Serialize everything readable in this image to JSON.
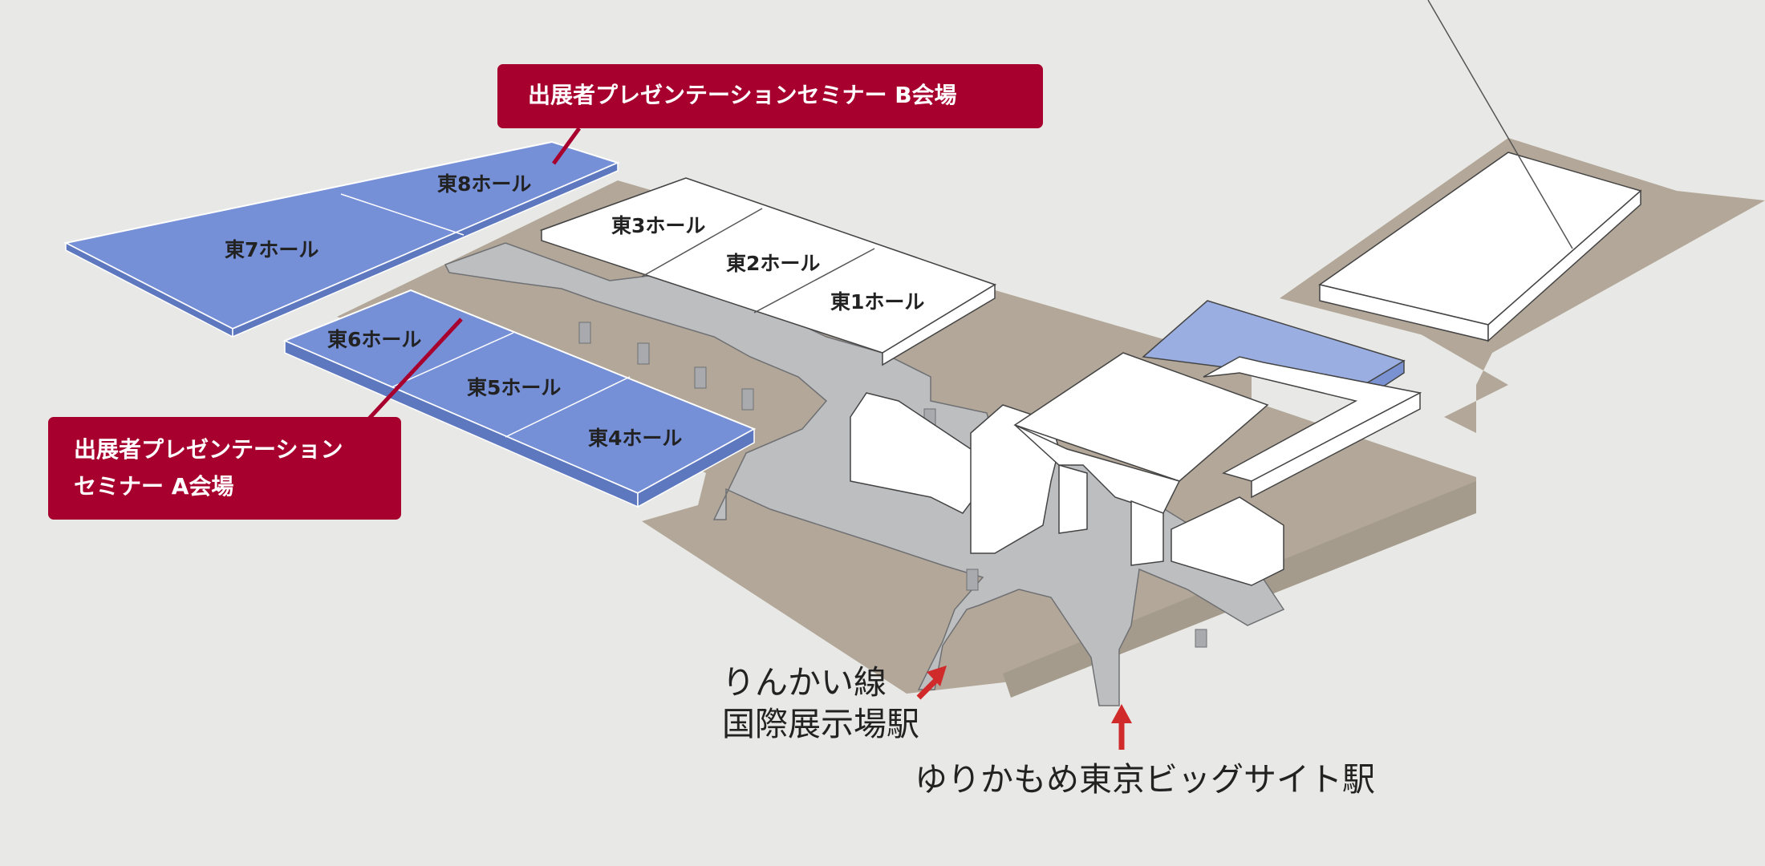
{
  "colors": {
    "background": "#e8e9e6",
    "ground": "#b2a798",
    "ground_shadow": "#a49b8c",
    "corridor": "#bdbec0",
    "hall_blue": "#7690d8",
    "hall_blue_side": "#5e78c0",
    "hall_white": "#ffffff",
    "callout": "#a8002e",
    "arrow": "#d02a2a",
    "text": "#222222"
  },
  "halls": [
    {
      "id": "east8",
      "label": "東8ホール",
      "venue": "B"
    },
    {
      "id": "east7",
      "label": "東7ホール",
      "venue": "B"
    },
    {
      "id": "east6",
      "label": "東6ホール",
      "venue": "A"
    },
    {
      "id": "east5",
      "label": "東5ホール",
      "venue": "A"
    },
    {
      "id": "east4",
      "label": "東4ホール",
      "venue": "A"
    },
    {
      "id": "east3",
      "label": "東3ホール"
    },
    {
      "id": "east2",
      "label": "東2ホール"
    },
    {
      "id": "east1",
      "label": "東1ホール"
    }
  ],
  "callouts": {
    "venue_b": "出展者プレゼンテーションセミナー B会場",
    "venue_a_line1": "出展者プレゼンテーション",
    "venue_a_line2": "セミナー A会場"
  },
  "stations": {
    "rinkai_line1": "りんかい線",
    "rinkai_line2": "国際展示場駅",
    "yurikamome": "ゆりかもめ東京ビッグサイト駅"
  }
}
